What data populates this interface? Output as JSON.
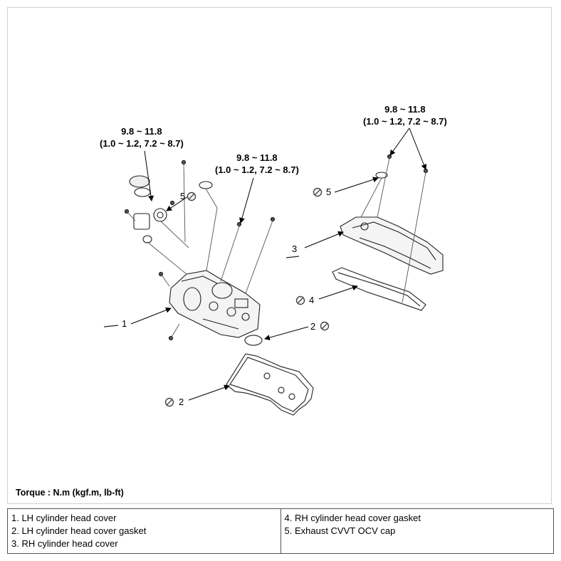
{
  "torque_specs": [
    {
      "id": "left",
      "line1": "9.8 ~ 11.8",
      "line2": "(1.0 ~ 1.2, 7.2 ~ 8.7)"
    },
    {
      "id": "center",
      "line1": "9.8 ~ 11.8",
      "line2": "(1.0 ~ 1.2, 7.2 ~ 8.7)"
    },
    {
      "id": "right",
      "line1": "9.8 ~ 11.8",
      "line2": "(1.0 ~ 1.2, 7.2 ~ 8.7)"
    }
  ],
  "callouts": {
    "c1": "1",
    "c2a": "2",
    "c2b": "2",
    "c3": "3",
    "c4": "4",
    "c5a": "5",
    "c5b": "5"
  },
  "torque_note": "Torque : N.m (kgf.m, lb-ft)",
  "legend": {
    "left": [
      "1. LH cylinder head cover",
      "2. LH cylinder head cover gasket",
      "3. RH cylinder head cover"
    ],
    "right": [
      "4. RH cylinder head cover gasket",
      "5. Exhaust CVVT OCV cap"
    ]
  },
  "icons": {
    "no_reuse": "do-not-reuse-icon"
  }
}
